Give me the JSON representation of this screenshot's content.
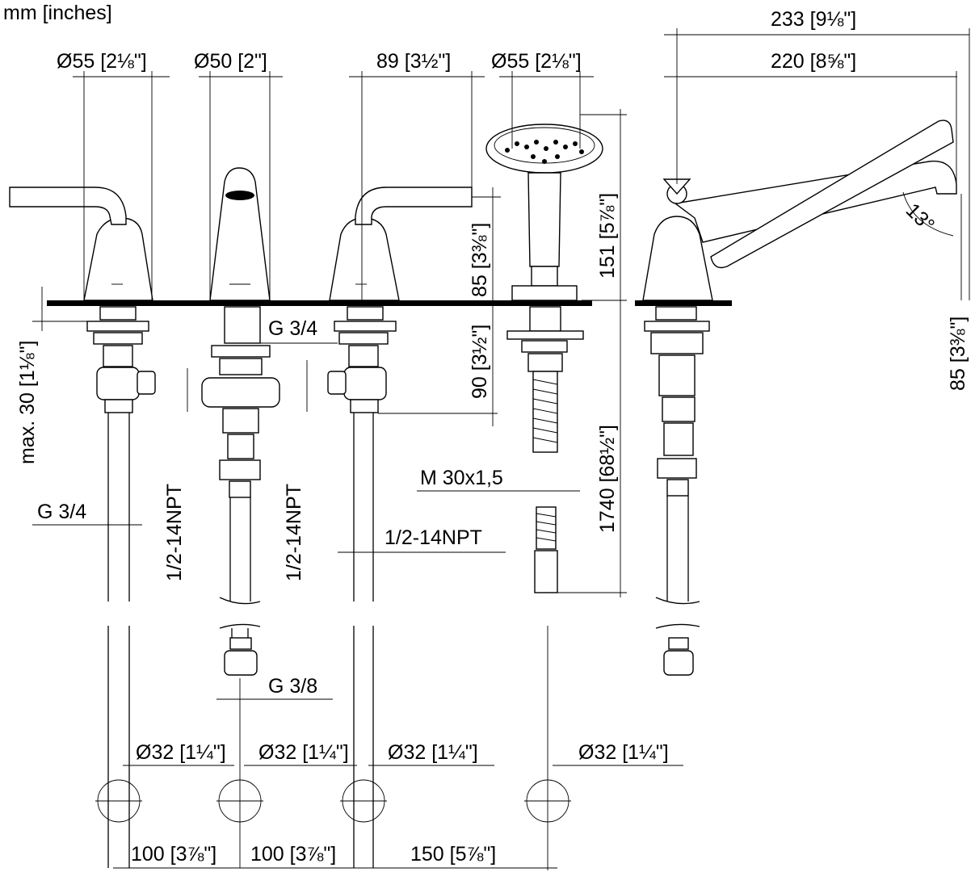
{
  "units_label": "mm [inches]",
  "dimensions": {
    "d1": "Ø55 [2⅛\"]",
    "d2": "Ø50 [2\"]",
    "d3": "89 [3½\"]",
    "d4": "Ø55 [2⅛\"]",
    "d5": "233 [9⅛\"]",
    "d6": "220 [8⅝\"]",
    "d7": "151 [5⅞\"]",
    "d8": "85 [3⅜\"]",
    "d9": "90 [3½\"]",
    "d10": "13°",
    "d11": "85 [3⅜\"]",
    "d12": "max. 30 [1⅛\"]",
    "d13": "G 3/4",
    "d14": "G 3/4",
    "d15": "1/2-14NPT",
    "d16": "1/2-14NPT",
    "d17": "1/2-14NPT",
    "d18": "M 30x1,5",
    "d19": "1740 [68½\"]",
    "d20": "G  3/8",
    "h1": "Ø32 [1¼\"]",
    "h2": "Ø32 [1¼\"]",
    "h3": "Ø32 [1¼\"]",
    "h4": "Ø32 [1¼\"]",
    "s1": "100 [3⅞\"]",
    "s2": "100 [3⅞\"]",
    "s3": "150 [5⅞\"]"
  }
}
